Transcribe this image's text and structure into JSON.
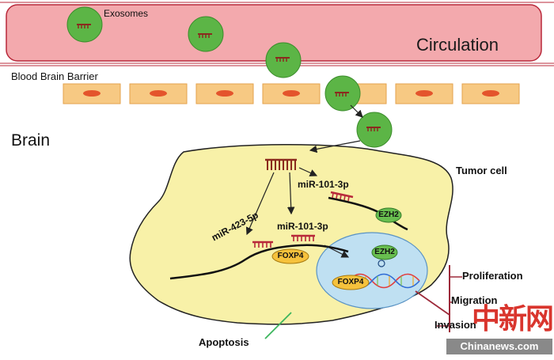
{
  "labels": {
    "exosomes": "Exosomes",
    "circulation": "Circulation",
    "bbb": "Blood Brain Barrier",
    "brain": "Brain",
    "tumor_cell": "Tumor cell",
    "mir101_top": "miR-101-3p",
    "mir101_mid": "miR-101-3p",
    "mir423": "miR-423-5p",
    "proliferation": "Proliferation",
    "migration": "Migration",
    "invasion": "Invasion",
    "apoptosis": "Apoptosis"
  },
  "proteins": {
    "ezh2_cyto": "EZH2",
    "ezh2_nuc": "EZH2",
    "foxp4_cyto": "FOXP4",
    "foxp4_nuc": "FOXP4"
  },
  "watermark": {
    "logo": "中新网",
    "site": "Chinanews.com"
  },
  "colors": {
    "vessel_fill": "#f3a9ad",
    "vessel_stroke": "#b8283a",
    "exosome": "#5cb546",
    "endothelial": "#f7c983",
    "nucleus_endo": "#e4542c",
    "tumor_fill": "#f8f1a8",
    "nucleus_fill": "#bfe0f2",
    "protein_ezh2": "#68be4f",
    "protein_foxp4": "#f6c23c",
    "inhibit": "#9d2a3a",
    "apoptosis_arrow": "#3bb55c"
  }
}
